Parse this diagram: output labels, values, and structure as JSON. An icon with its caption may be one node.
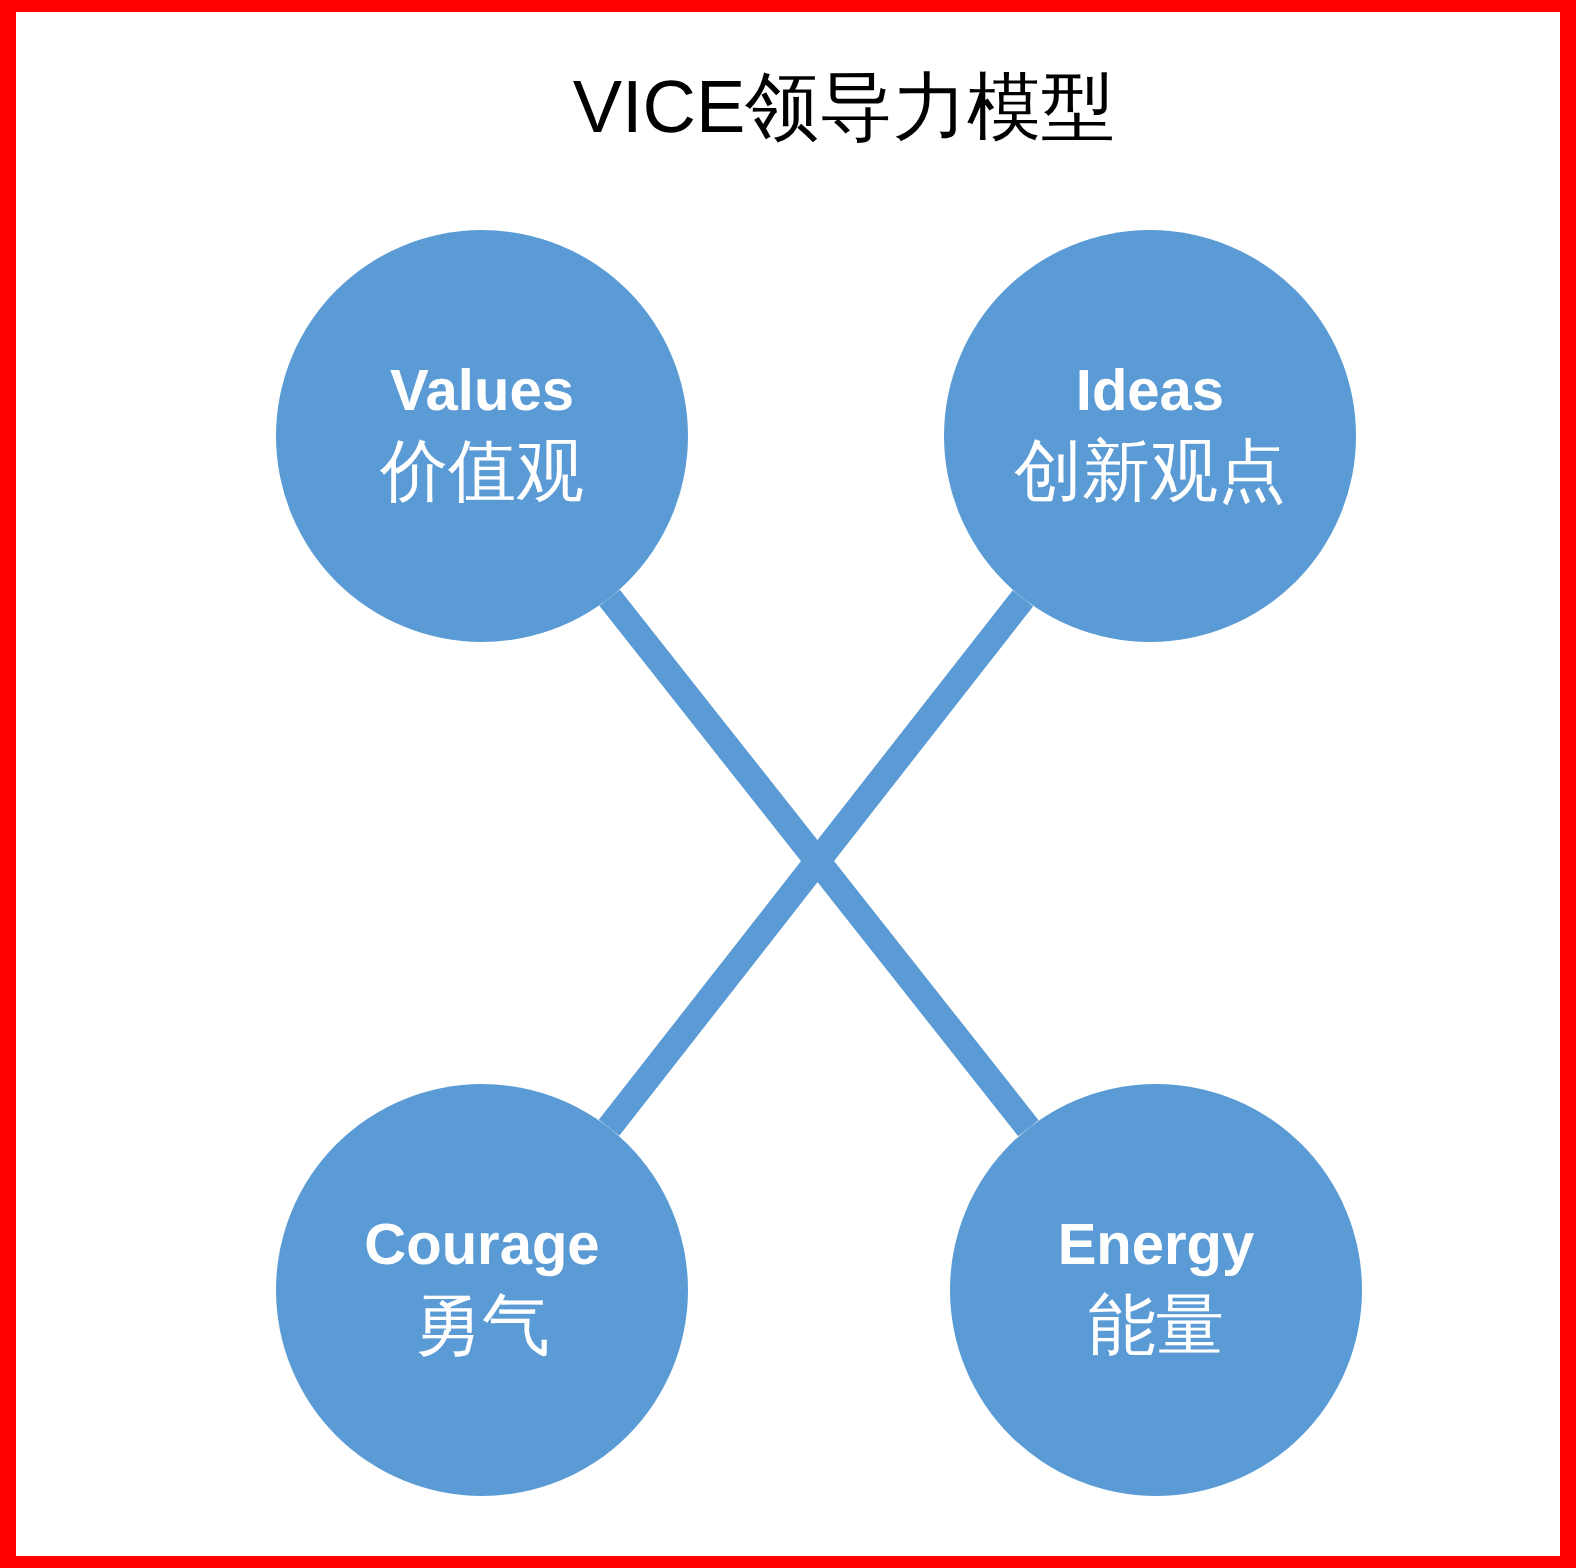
{
  "diagram": {
    "title": "VICE领导力模型",
    "nodes": [
      {
        "text": [
          "Values",
          "价值观"
        ]
      },
      {
        "text": [
          "Ideas",
          "创新观点"
        ]
      },
      {
        "text": [
          "Courage",
          "勇气"
        ]
      },
      {
        "text": [
          "Energy",
          "能量"
        ]
      }
    ],
    "edges": [
      {
        "from": 0,
        "to": 3,
        "arrow": "none"
      },
      {
        "from": 1,
        "to": 2,
        "arrow": "none"
      }
    ]
  }
}
